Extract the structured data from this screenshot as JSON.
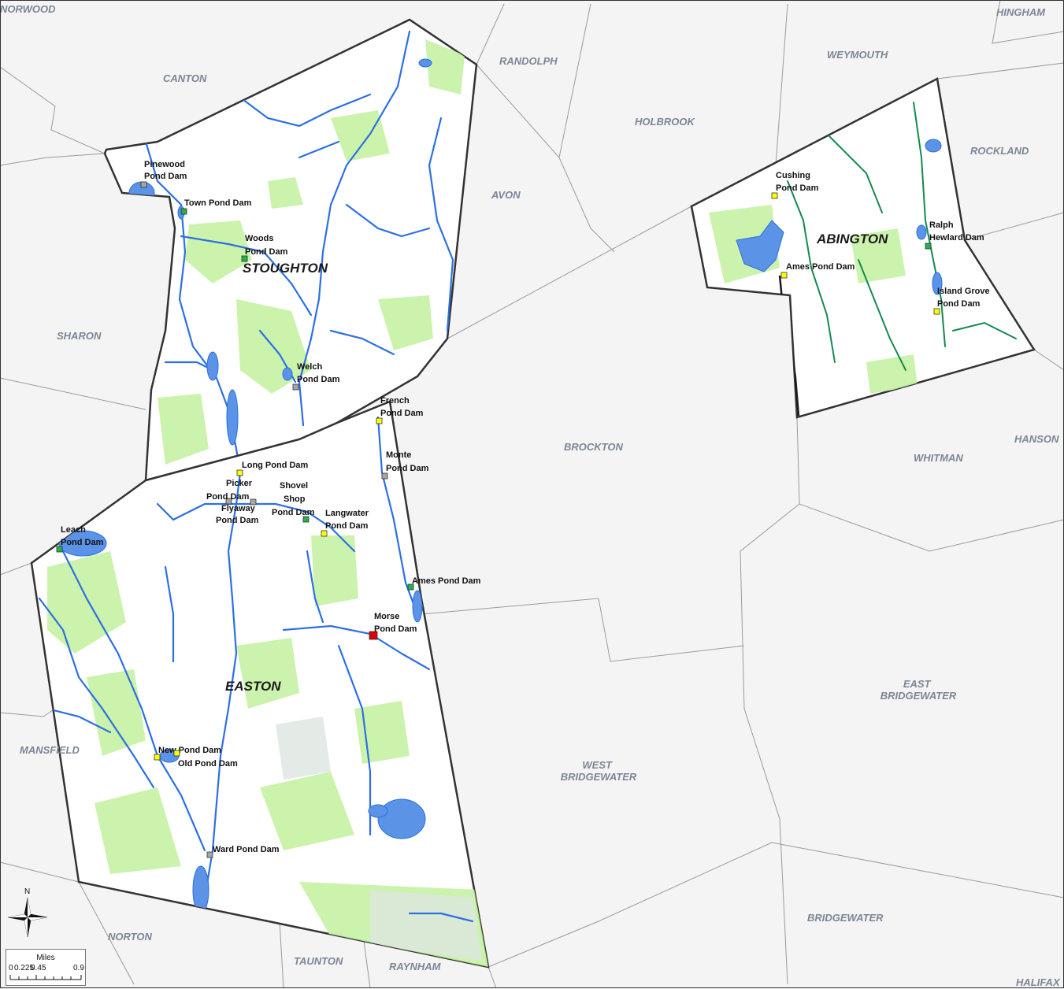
{
  "map": {
    "focus_towns": [
      {
        "name": "STOUGHTON"
      },
      {
        "name": "EASTON"
      },
      {
        "name": "ABINGTON"
      }
    ],
    "neighbor_towns": [
      {
        "name": "NORWOOD"
      },
      {
        "name": "CANTON"
      },
      {
        "name": "RANDOLPH"
      },
      {
        "name": "WEYMOUTH"
      },
      {
        "name": "HINGHAM"
      },
      {
        "name": "HOLBROOK"
      },
      {
        "name": "ROCKLAND"
      },
      {
        "name": "AVON"
      },
      {
        "name": "SHARON"
      },
      {
        "name": "BROCKTON"
      },
      {
        "name": "WHITMAN"
      },
      {
        "name": "HANSON"
      },
      {
        "name": "EAST BRIDGEWATER"
      },
      {
        "name": "MANSFIELD"
      },
      {
        "name": "WEST BRIDGEWATER"
      },
      {
        "name": "NORTON"
      },
      {
        "name": "TAUNTON"
      },
      {
        "name": "RAYNHAM"
      },
      {
        "name": "BRIDGEWATER"
      },
      {
        "name": "HALIFAX"
      }
    ],
    "dams": [
      {
        "name": "Pinewood Pond Dam",
        "status": "gray"
      },
      {
        "name": "Town Pond Dam",
        "status": "green"
      },
      {
        "name": "Woods Pond Dam",
        "status": "green"
      },
      {
        "name": "Welch Pond Dam",
        "status": "gray"
      },
      {
        "name": "French Pond Dam",
        "status": "yellow"
      },
      {
        "name": "Monte Pond Dam",
        "status": "gray"
      },
      {
        "name": "Long Pond Dam",
        "status": "yellow"
      },
      {
        "name": "Picker Pond Dam",
        "status": "gray"
      },
      {
        "name": "Flyaway Pond Dam",
        "status": "gray"
      },
      {
        "name": "Shovel Shop Pond Dam",
        "status": "green"
      },
      {
        "name": "Langwater Pond Dam",
        "status": "yellow"
      },
      {
        "name": "Leach Pond Dam",
        "status": "green"
      },
      {
        "name": "Ames Pond Dam",
        "status": "green"
      },
      {
        "name": "Morse Pond Dam",
        "status": "red"
      },
      {
        "name": "New Pond Dam",
        "status": "yellow"
      },
      {
        "name": "Old Pond Dam",
        "status": "yellow"
      },
      {
        "name": "Ward Pond Dam",
        "status": "gray"
      },
      {
        "name": "Cushing Pond Dam",
        "status": "yellow"
      },
      {
        "name": "Ames Pond Dam",
        "status": "yellow"
      },
      {
        "name": "Ralph Hewlard Dam",
        "status": "green"
      },
      {
        "name": "Island Grove Pond Dam",
        "status": "yellow"
      }
    ],
    "status_colors": {
      "green": "#22b14c",
      "yellow": "#ffff00",
      "gray": "#a6a6a6",
      "red": "#e00000"
    },
    "colors": {
      "water": "#4a86e8",
      "water_fill": "#5b93e6",
      "forest": "#c6f2a4",
      "town_fill": "#ffffff",
      "background": "#f3f4f3",
      "abington_stream": "#138a4f"
    },
    "north_label": "N",
    "scale": {
      "title": "Miles",
      "ticks": [
        "0",
        "0.225",
        "0.45",
        "0.9"
      ]
    }
  }
}
